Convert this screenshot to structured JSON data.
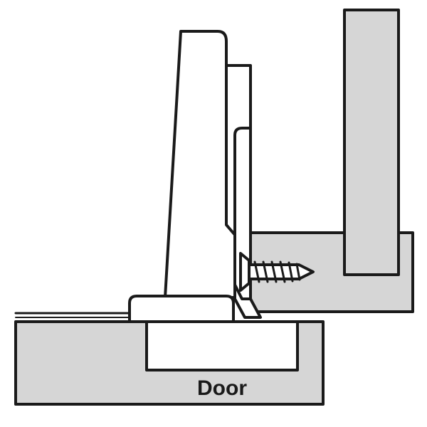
{
  "diagram": {
    "title": "",
    "labels": {
      "door": "Door"
    },
    "colors": {
      "wood": "#d6d6d6",
      "metal": "#ffffff",
      "outline": "#1a1a1a",
      "background": "#ffffff"
    },
    "parts": [
      "door-panel",
      "door-cup-recess",
      "cabinet-side-panel",
      "cabinet-frame-base",
      "hinge-arm",
      "hinge-plate",
      "hinge-cup-flange",
      "mounting-screw"
    ]
  }
}
